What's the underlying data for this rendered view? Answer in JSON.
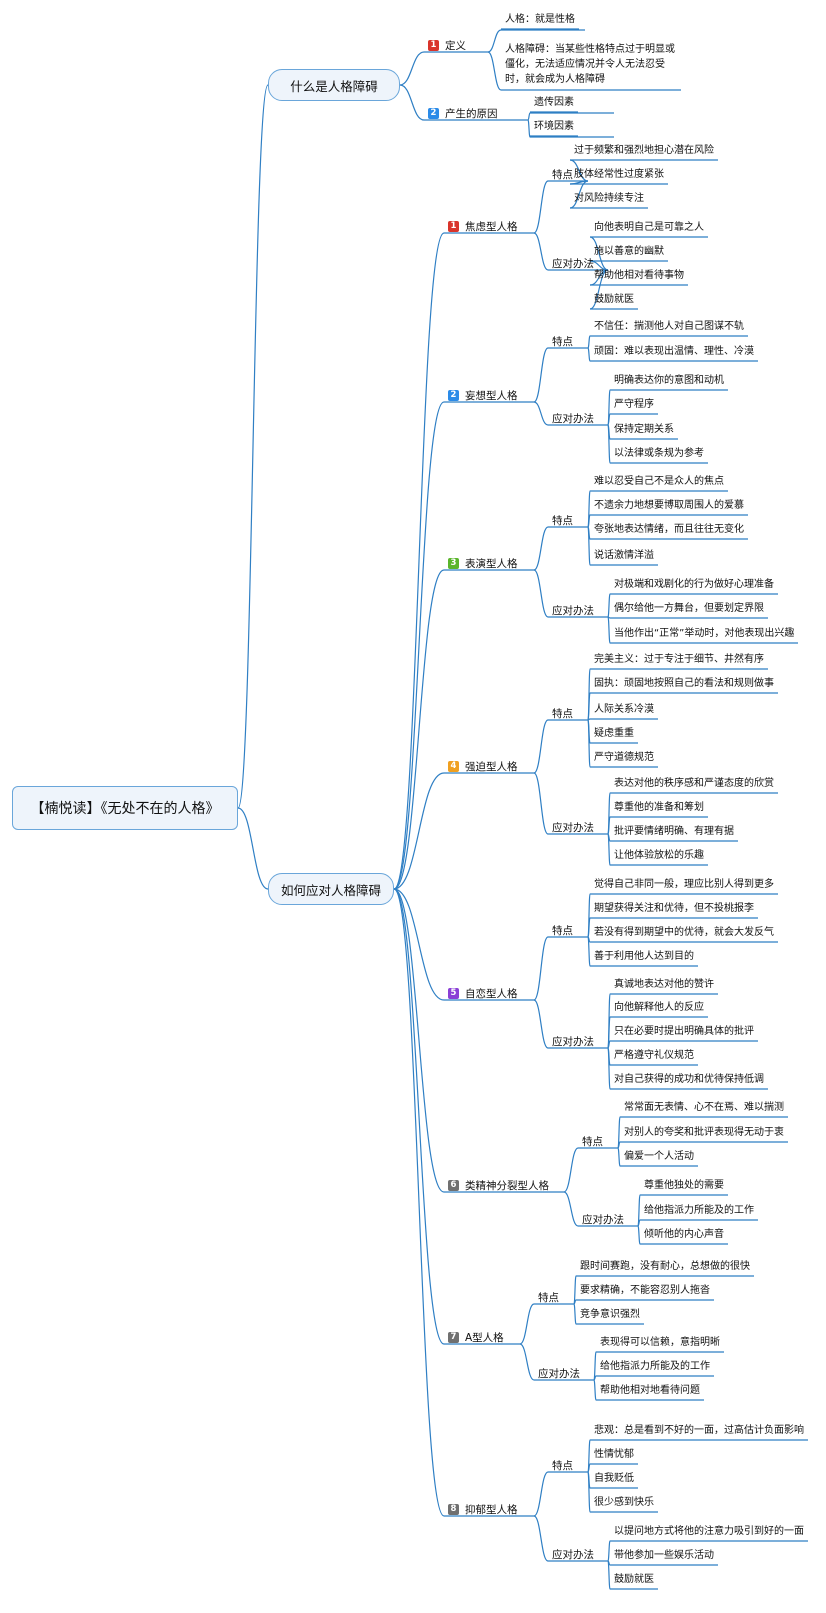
{
  "root": "【楠悦读】《无处不在的人格》",
  "colors": {
    "line": "#2f7fc4",
    "box_fill": "#eef4fb",
    "box_border": "#6aa6da"
  },
  "main": [
    {
      "label": "什么是人格障碍",
      "subs": [
        {
          "num": "1",
          "color": "#d9342b",
          "label": "定义",
          "items": [
            "人格：就是性格",
            "人格障碍：当某些性格特点过于明显或僵化，无法适应情况并令人无法忍受时，就会成为人格障碍"
          ]
        },
        {
          "num": "2",
          "color": "#2b8be8",
          "label": "产生的原因",
          "items": [
            "遗传因素",
            "环境因素"
          ]
        }
      ]
    },
    {
      "label": "如何应对人格障碍",
      "types": [
        {
          "num": "1",
          "color": "#d9342b",
          "label": "焦虑型人格",
          "features": [
            "过于频繁和强烈地担心潜在风险",
            "肢体经常性过度紧张",
            "对风险持续专注"
          ],
          "coping": [
            "向他表明自己是可靠之人",
            "施以善意的幽默",
            "帮助他相对看待事物",
            "鼓励就医"
          ]
        },
        {
          "num": "2",
          "color": "#2b8be8",
          "label": "妄想型人格",
          "features": [
            "不信任：揣测他人对自己图谋不轨",
            "顽固：难以表现出温情、理性、冷漠"
          ],
          "coping": [
            "明确表达你的意图和动机",
            "严守程序",
            "保持定期关系",
            "以法律或条规为参考"
          ]
        },
        {
          "num": "3",
          "color": "#5ab52b",
          "label": "表演型人格",
          "features": [
            "难以忍受自己不是众人的焦点",
            "不遗余力地想要博取周围人的爱慕",
            "夸张地表达情绪，而且往往无变化",
            "说话激情洋溢"
          ],
          "coping": [
            "对极端和戏剧化的行为做好心理准备",
            "偶尔给他一方舞台，但要划定界限",
            "当他作出“正常”举动时，对他表现出兴趣"
          ]
        },
        {
          "num": "4",
          "color": "#f0a020",
          "label": "强迫型人格",
          "features": [
            "完美主义：过于专注于细节、井然有序",
            "固执：顽固地按照自己的看法和规则做事",
            "人际关系冷漠",
            "疑虑重重",
            "严守道德规范"
          ],
          "coping": [
            "表达对他的秩序感和严谨态度的欣赏",
            "尊重他的准备和筹划",
            "批评要情绪明确、有理有据",
            "让他体验放松的乐趣"
          ]
        },
        {
          "num": "5",
          "color": "#8a3fd6",
          "label": "自恋型人格",
          "features": [
            "觉得自己非同一般，理应比别人得到更多",
            "期望获得关注和优待，但不投桃报李",
            "若没有得到期望中的优待，就会大发反气",
            "善于利用他人达到目的"
          ],
          "coping": [
            "真诚地表达对他的赞许",
            "向他解释他人的反应",
            "只在必要时提出明确具体的批评",
            "严格遵守礼仪规范",
            "对自己获得的成功和优待保持低调"
          ]
        },
        {
          "num": "6",
          "color": "#707070",
          "label": "类精神分裂型人格",
          "features": [
            "常常面无表情、心不在焉、难以揣测",
            "对别人的夸奖和批评表现得无动于衷",
            "偏爱一个人活动"
          ],
          "coping": [
            "尊重他独处的需要",
            "给他指派力所能及的工作",
            "倾听他的内心声音"
          ]
        },
        {
          "num": "7",
          "color": "#707070",
          "label": "A型人格",
          "features": [
            "跟时间赛跑，没有耐心，总想做的很快",
            "要求精确，不能容忍别人拖沓",
            "竞争意识强烈"
          ],
          "coping": [
            "表现得可以信赖，意指明晰",
            "给他指派力所能及的工作",
            "帮助他相对地看待问题"
          ]
        },
        {
          "num": "8",
          "color": "#707070",
          "label": "抑郁型人格",
          "features": [
            "悲观：总是看到不好的一面，过高估计负面影响",
            "性情忧郁",
            "自我贬低",
            "很少感到快乐"
          ],
          "coping": [
            "以提问地方式将他的注意力吸引到好的一面",
            "带他参加一些娱乐活动",
            "鼓励就医"
          ]
        }
      ]
    }
  ],
  "feature_label": "特点",
  "coping_label": "应对办法"
}
